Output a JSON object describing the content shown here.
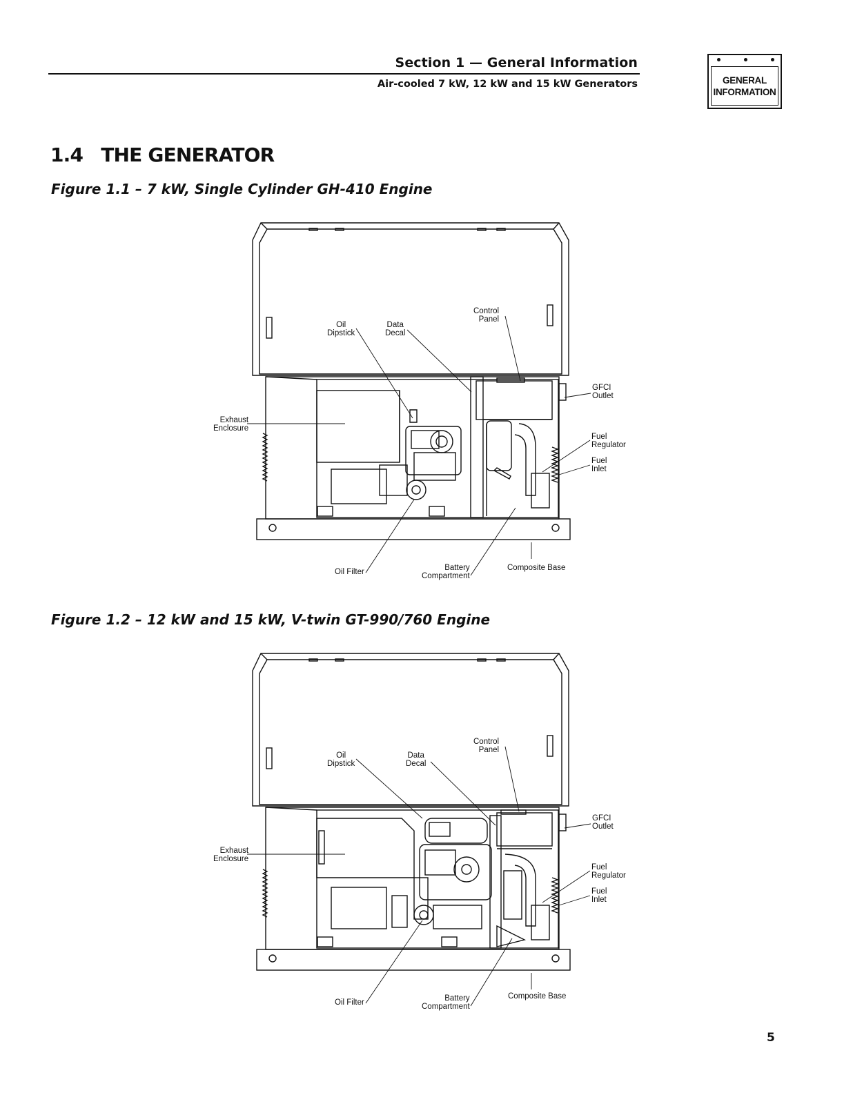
{
  "header": {
    "section_title": "Section 1 — General Information",
    "subtitle": "Air-cooled 7 kW, 12 kW and 15 kW Generators",
    "tab_line1": "GENERAL",
    "tab_line2": "INFORMATION"
  },
  "section": {
    "number": "1.4",
    "title": "THE GENERATOR"
  },
  "figures": [
    {
      "caption": "Figure 1.1 – 7 kW, Single Cylinder GH-410 Engine",
      "labels": {
        "control_panel_1": "Control",
        "control_panel_2": "Panel",
        "oil_dipstick_1": "Oil",
        "oil_dipstick_2": "Dipstick",
        "data_decal_1": "Data",
        "data_decal_2": "Decal",
        "gfci_outlet_1": "GFCI",
        "gfci_outlet_2": "Outlet",
        "exhaust_enclosure_1": "Exhaust",
        "exhaust_enclosure_2": "Enclosure",
        "fuel_regulator_1": "Fuel",
        "fuel_regulator_2": "Regulator",
        "fuel_inlet_1": "Fuel",
        "fuel_inlet_2": "Inlet",
        "oil_filter": "Oil Filter",
        "battery_compartment_1": "Battery",
        "battery_compartment_2": "Compartment",
        "composite_base": "Composite Base"
      }
    },
    {
      "caption": "Figure 1.2 – 12 kW and 15 kW, V-twin GT-990/760 Engine",
      "labels": {
        "control_panel_1": "Control",
        "control_panel_2": "Panel",
        "oil_dipstick_1": "Oil",
        "oil_dipstick_2": "Dipstick",
        "data_decal_1": "Data",
        "data_decal_2": "Decal",
        "gfci_outlet_1": "GFCI",
        "gfci_outlet_2": "Outlet",
        "exhaust_enclosure_1": "Exhaust",
        "exhaust_enclosure_2": "Enclosure",
        "fuel_regulator_1": "Fuel",
        "fuel_regulator_2": "Regulator",
        "fuel_inlet_1": "Fuel",
        "fuel_inlet_2": "Inlet",
        "oil_filter": "Oil Filter",
        "battery_compartment_1": "Battery",
        "battery_compartment_2": "Compartment",
        "composite_base": "Composite Base"
      }
    }
  ],
  "page_number": "5"
}
